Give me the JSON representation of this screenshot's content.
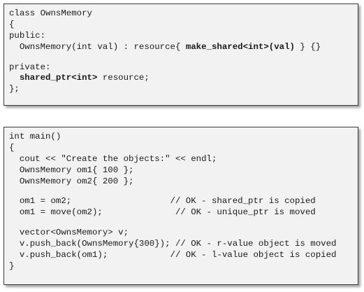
{
  "class_block": {
    "lines": [
      [
        "class OwnsMemory"
      ],
      [
        "{"
      ],
      [
        "public:"
      ],
      [
        "  OwnsMemory(int val) : resource{ ",
        "make_shared<int>(val)",
        " } {}"
      ],
      [
        ""
      ],
      [
        "private:"
      ],
      [
        "  ",
        "shared_ptr<int>",
        " resource;"
      ],
      [
        "};"
      ]
    ]
  },
  "main_block": {
    "lines": [
      "int main()",
      "{",
      "  cout << \"Create the objects:\" << endl;",
      "  OwnsMemory om1{ 100 };",
      "  OwnsMemory om2{ 200 };",
      "",
      "  om1 = om2;                   // OK - shared_ptr is copied",
      "  om1 = move(om2);              // OK - unique_ptr is moved",
      "",
      "  vector<OwnsMemory> v;",
      "  v.push_back(OwnsMemory{300}); // OK - r-value object is moved",
      "  v.push_back(om1);            // OK - l-value object is copied",
      "}"
    ]
  }
}
